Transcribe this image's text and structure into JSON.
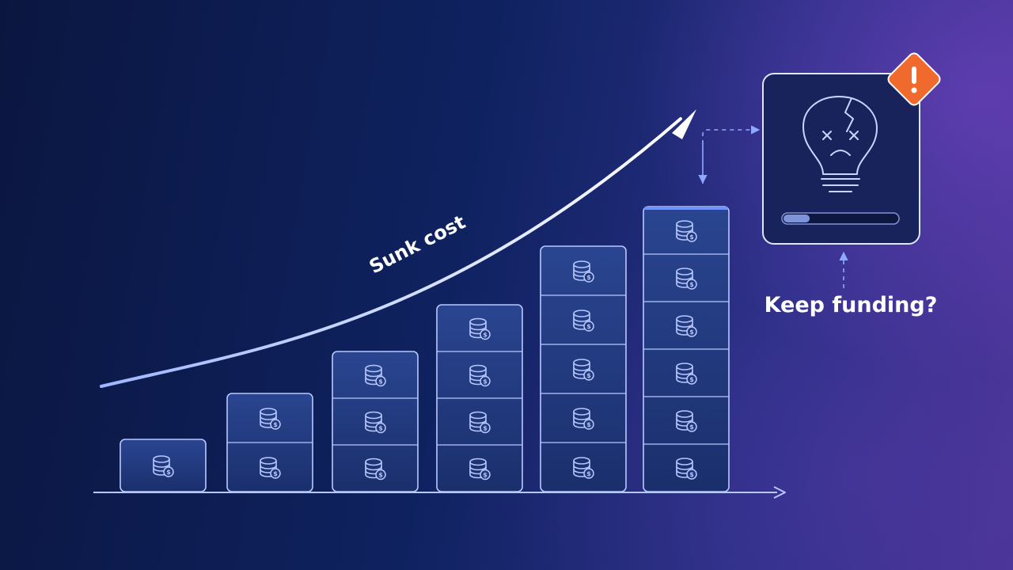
{
  "curve_label": "Sunk cost",
  "question": "Keep funding?",
  "stacks": [
    1,
    2,
    3,
    4,
    5,
    6
  ],
  "idea_card": {
    "progress": 0.23,
    "warning_color": "#ef6a2c"
  },
  "icons": {
    "block": "coin-stack-icon",
    "idea": "broken-lightbulb-icon",
    "warning": "warning-icon"
  }
}
